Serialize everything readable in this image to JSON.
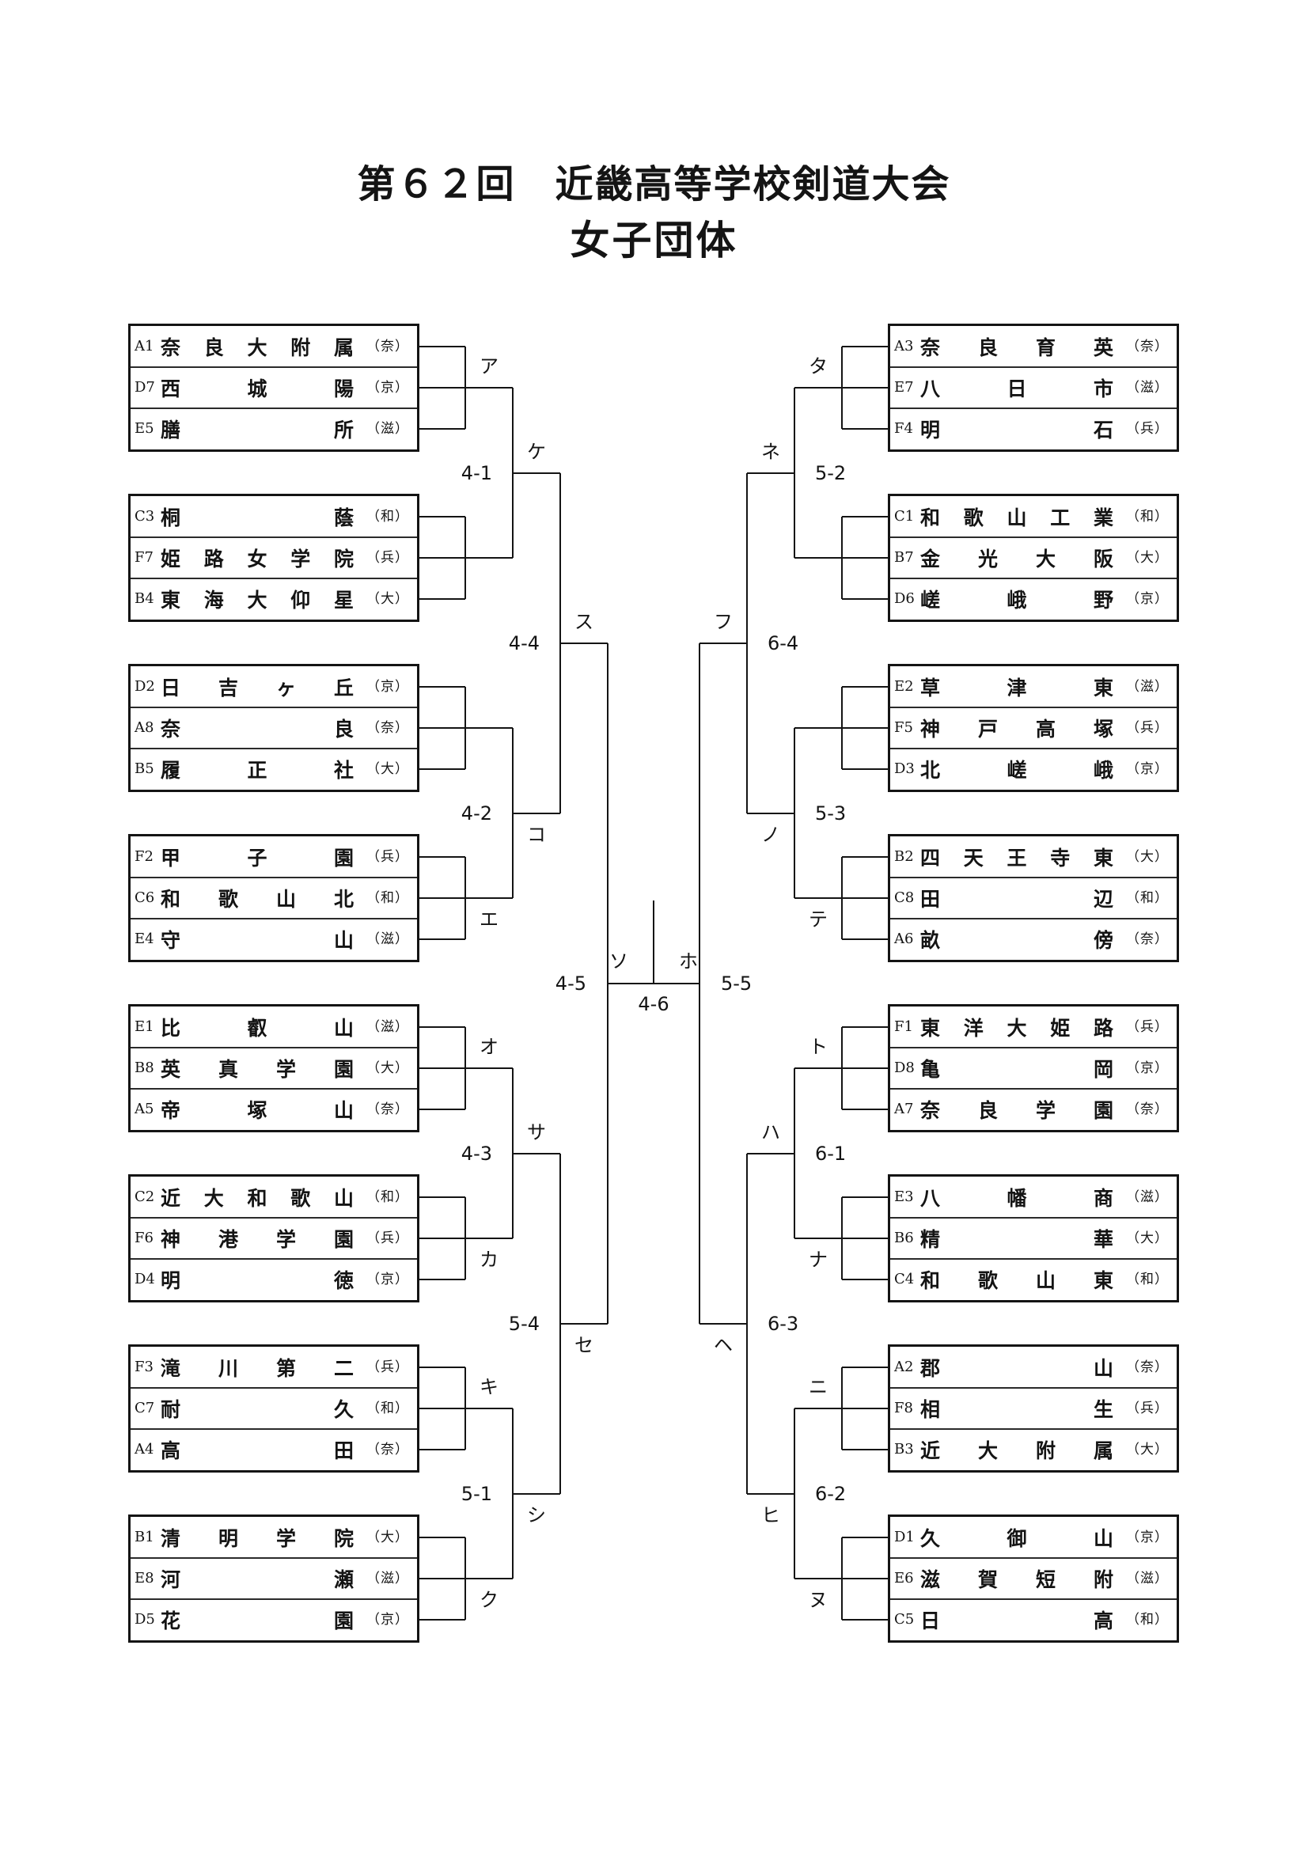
{
  "title": "第６２回　近畿高等学校剣道大会",
  "subtitle": "女子団体",
  "left": {
    "groups": [
      {
        "label": "ア",
        "teams": [
          {
            "code": "A1",
            "name": "奈良大附属",
            "pref": "（奈）"
          },
          {
            "code": "D7",
            "name": "西城陽",
            "pref": "（京）"
          },
          {
            "code": "E5",
            "name": "膳所",
            "pref": "（滋）"
          }
        ]
      },
      {
        "teams": [
          {
            "code": "C3",
            "name": "桐蔭",
            "pref": "（和）"
          },
          {
            "code": "F7",
            "name": "姫路女学院",
            "pref": "（兵）"
          },
          {
            "code": "B4",
            "name": "東海大仰星",
            "pref": "（大）"
          }
        ]
      },
      {
        "teams": [
          {
            "code": "D2",
            "name": "日吉ヶ丘",
            "pref": "（京）"
          },
          {
            "code": "A8",
            "name": "奈良",
            "pref": "（奈）"
          },
          {
            "code": "B5",
            "name": "履正社",
            "pref": "（大）"
          }
        ]
      },
      {
        "label": "エ",
        "teams": [
          {
            "code": "F2",
            "name": "甲子園",
            "pref": "（兵）"
          },
          {
            "code": "C6",
            "name": "和歌山北",
            "pref": "（和）"
          },
          {
            "code": "E4",
            "name": "守山",
            "pref": "（滋）"
          }
        ]
      },
      {
        "label": "オ",
        "teams": [
          {
            "code": "E1",
            "name": "比叡山",
            "pref": "（滋）"
          },
          {
            "code": "B8",
            "name": "英真学園",
            "pref": "（大）"
          },
          {
            "code": "A5",
            "name": "帝塚山",
            "pref": "（奈）"
          }
        ]
      },
      {
        "label": "カ",
        "teams": [
          {
            "code": "C2",
            "name": "近大和歌山",
            "pref": "（和）"
          },
          {
            "code": "F6",
            "name": "神港学園",
            "pref": "（兵）"
          },
          {
            "code": "D4",
            "name": "明徳",
            "pref": "（京）"
          }
        ]
      },
      {
        "label": "キ",
        "teams": [
          {
            "code": "F3",
            "name": "滝川第二",
            "pref": "（兵）"
          },
          {
            "code": "C7",
            "name": "耐久",
            "pref": "（和）"
          },
          {
            "code": "A4",
            "name": "高田",
            "pref": "（奈）"
          }
        ]
      },
      {
        "label": "ク",
        "teams": [
          {
            "code": "B1",
            "name": "清明学院",
            "pref": "（大）"
          },
          {
            "code": "E8",
            "name": "河瀬",
            "pref": "（滋）"
          },
          {
            "code": "D5",
            "name": "花園",
            "pref": "（京）"
          }
        ]
      }
    ],
    "round2": [
      {
        "label": "ケ",
        "match": "4-1"
      },
      {
        "label": "コ",
        "match": "4-2"
      },
      {
        "label": "サ",
        "match": "4-3"
      },
      {
        "label": "シ",
        "match": "5-1"
      }
    ],
    "round3": [
      {
        "label": "ス",
        "match": "4-4"
      },
      {
        "label": "セ",
        "match": "5-4"
      }
    ],
    "semi": {
      "label": "ソ",
      "match": "4-5"
    }
  },
  "right": {
    "groups": [
      {
        "label": "タ",
        "teams": [
          {
            "code": "A3",
            "name": "奈良育英",
            "pref": "（奈）"
          },
          {
            "code": "E7",
            "name": "八日市",
            "pref": "（滋）"
          },
          {
            "code": "F4",
            "name": "明石",
            "pref": "（兵）"
          }
        ]
      },
      {
        "teams": [
          {
            "code": "C1",
            "name": "和歌山工業",
            "pref": "（和）"
          },
          {
            "code": "B7",
            "name": "金光大阪",
            "pref": "（大）"
          },
          {
            "code": "D6",
            "name": "嵯峨野",
            "pref": "（京）"
          }
        ]
      },
      {
        "teams": [
          {
            "code": "E2",
            "name": "草津東",
            "pref": "（滋）"
          },
          {
            "code": "F5",
            "name": "神戸高塚",
            "pref": "（兵）"
          },
          {
            "code": "D3",
            "name": "北嵯峨",
            "pref": "（京）"
          }
        ]
      },
      {
        "label": "テ",
        "teams": [
          {
            "code": "B2",
            "name": "四天王寺東",
            "pref": "（大）"
          },
          {
            "code": "C8",
            "name": "田辺",
            "pref": "（和）"
          },
          {
            "code": "A6",
            "name": "畝傍",
            "pref": "（奈）"
          }
        ]
      },
      {
        "label": "ト",
        "teams": [
          {
            "code": "F1",
            "name": "東洋大姫路",
            "pref": "（兵）"
          },
          {
            "code": "D8",
            "name": "亀岡",
            "pref": "（京）"
          },
          {
            "code": "A7",
            "name": "奈良学園",
            "pref": "（奈）"
          }
        ]
      },
      {
        "label": "ナ",
        "teams": [
          {
            "code": "E3",
            "name": "八幡商",
            "pref": "（滋）"
          },
          {
            "code": "B6",
            "name": "精華",
            "pref": "（大）"
          },
          {
            "code": "C4",
            "name": "和歌山東",
            "pref": "（和）"
          }
        ]
      },
      {
        "label": "ニ",
        "teams": [
          {
            "code": "A2",
            "name": "郡山",
            "pref": "（奈）"
          },
          {
            "code": "F8",
            "name": "相生",
            "pref": "（兵）"
          },
          {
            "code": "B3",
            "name": "近大附属",
            "pref": "（大）"
          }
        ]
      },
      {
        "label": "ヌ",
        "teams": [
          {
            "code": "D1",
            "name": "久御山",
            "pref": "（京）"
          },
          {
            "code": "E6",
            "name": "滋賀短附",
            "pref": "（滋）"
          },
          {
            "code": "C5",
            "name": "日高",
            "pref": "（和）"
          }
        ]
      }
    ],
    "round2": [
      {
        "label": "ネ",
        "match": "5-2"
      },
      {
        "label": "ノ",
        "match": "5-3"
      },
      {
        "label": "ハ",
        "match": "6-1"
      },
      {
        "label": "ヒ",
        "match": "6-2"
      }
    ],
    "round3": [
      {
        "label": "フ",
        "match": "6-4"
      },
      {
        "label": "ヘ",
        "match": "6-3"
      }
    ],
    "semi": {
      "label": "ホ",
      "match": "5-5"
    }
  },
  "final": {
    "match": "4-6"
  }
}
